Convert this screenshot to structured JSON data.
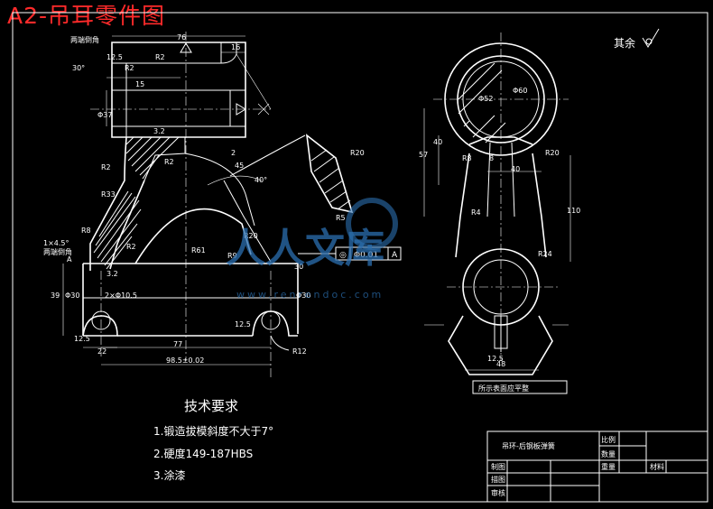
{
  "sheet": {
    "title": "A2-吊耳零件图",
    "rest_roughness": "其余",
    "left_labels": {
      "both_ends_chamfer": "两端倒角",
      "chamfer_1x45": "1×4.5°",
      "both_ends_chamfer2": "两端倒角",
      "ref_A": "A"
    },
    "dims": {
      "d76": "76",
      "d16": "16",
      "d30deg": "30°",
      "dR2a": "R2",
      "dR2b": "R2",
      "dR2c": "R2",
      "dR2d": "R2",
      "dR2e": "R2",
      "d15": "15",
      "d37": "Φ37",
      "dR33": "R33",
      "dR8": "R8",
      "dR61": "R61",
      "d2": "2",
      "d45a": "45",
      "d40deg": "40°",
      "dR20": "R20",
      "dR9": "R9",
      "dR5": "R5",
      "d30a": "30",
      "d30b": "Φ30",
      "d30c": "Φ30",
      "d2x105": "2×Φ10.5",
      "d39": "39",
      "d22": "22",
      "d77": "77",
      "d985": "98.5±0.02",
      "dR12": "R12",
      "d125a": "12.5",
      "d125b": "12.5",
      "d125c": "12.5",
      "d32a": "3.2",
      "d32b": "3.2",
      "tol_flat": "◎",
      "tol_val": "Φ0.01",
      "tol_ref": "A"
    },
    "right_dims": {
      "d60": "Φ60",
      "d52": "Φ52",
      "d40": "40",
      "d57": "57",
      "dR8": "R8",
      "d8": "8",
      "d40b": "40",
      "dR20": "R20",
      "d110": "110",
      "dR4": "R4",
      "dR24": "R24",
      "d48": "48",
      "d125": "12.5",
      "base_note": "所示表面应平整"
    },
    "tech": {
      "heading": "技术要求",
      "items": [
        "1.锻造拔模斜度不大于7°",
        "2.硬度149-187HBS",
        "3.涂漆"
      ]
    },
    "title_block": {
      "part_name": "吊环-后钢板弹簧",
      "scale": "比例",
      "quantity": "数量",
      "drawn": "制图",
      "weight": "重量",
      "material": "材料",
      "drafted": "描图",
      "checked": "审核"
    },
    "watermark": {
      "text": "人人文库",
      "url": "www.renrendoc.com"
    }
  }
}
